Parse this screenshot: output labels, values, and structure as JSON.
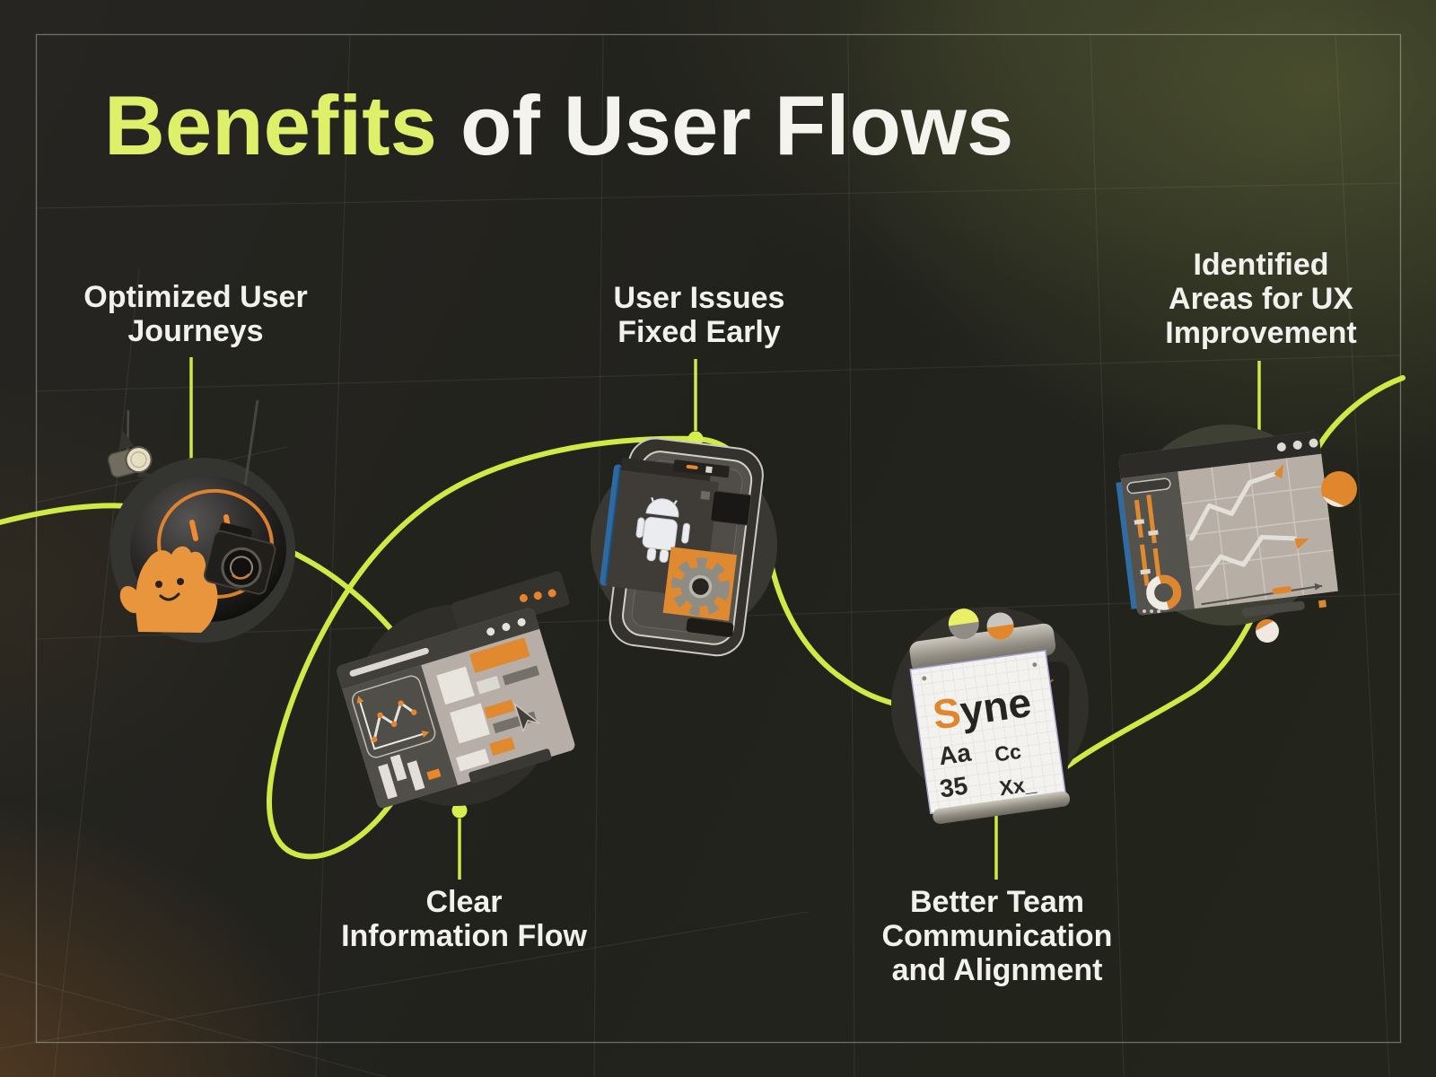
{
  "title": {
    "highlight": "Benefits",
    "rest": " of User Flows"
  },
  "colors": {
    "accent_lime": "#d7ee51",
    "accent_orange": "#e8892e",
    "background": "#21211c",
    "text_light": "#f2f1ed"
  },
  "benefits": [
    {
      "id": "optimized-user-journeys",
      "label": "Optimized User\nJourneys",
      "icon": "robot-smiley-3d"
    },
    {
      "id": "clear-information-flow",
      "label": "Clear\nInformation Flow",
      "icon": "dashboard-window-3d"
    },
    {
      "id": "user-issues-fixed-early",
      "label": "User Issues\nFixed Early",
      "icon": "android-phone-gear-3d"
    },
    {
      "id": "better-team-communication",
      "label": "Better Team\nCommunication\nand Alignment",
      "icon": "font-specimen-notepad-3d"
    },
    {
      "id": "identified-ux-improvement",
      "label": "Identified\nAreas for UX\nImprovement",
      "icon": "analytics-window-3d"
    }
  ],
  "specimen_card": {
    "s": "S",
    "rest": "yne",
    "aa": "Aa",
    "cc": "Cc",
    "num": "35",
    "xx": "Xx_"
  }
}
